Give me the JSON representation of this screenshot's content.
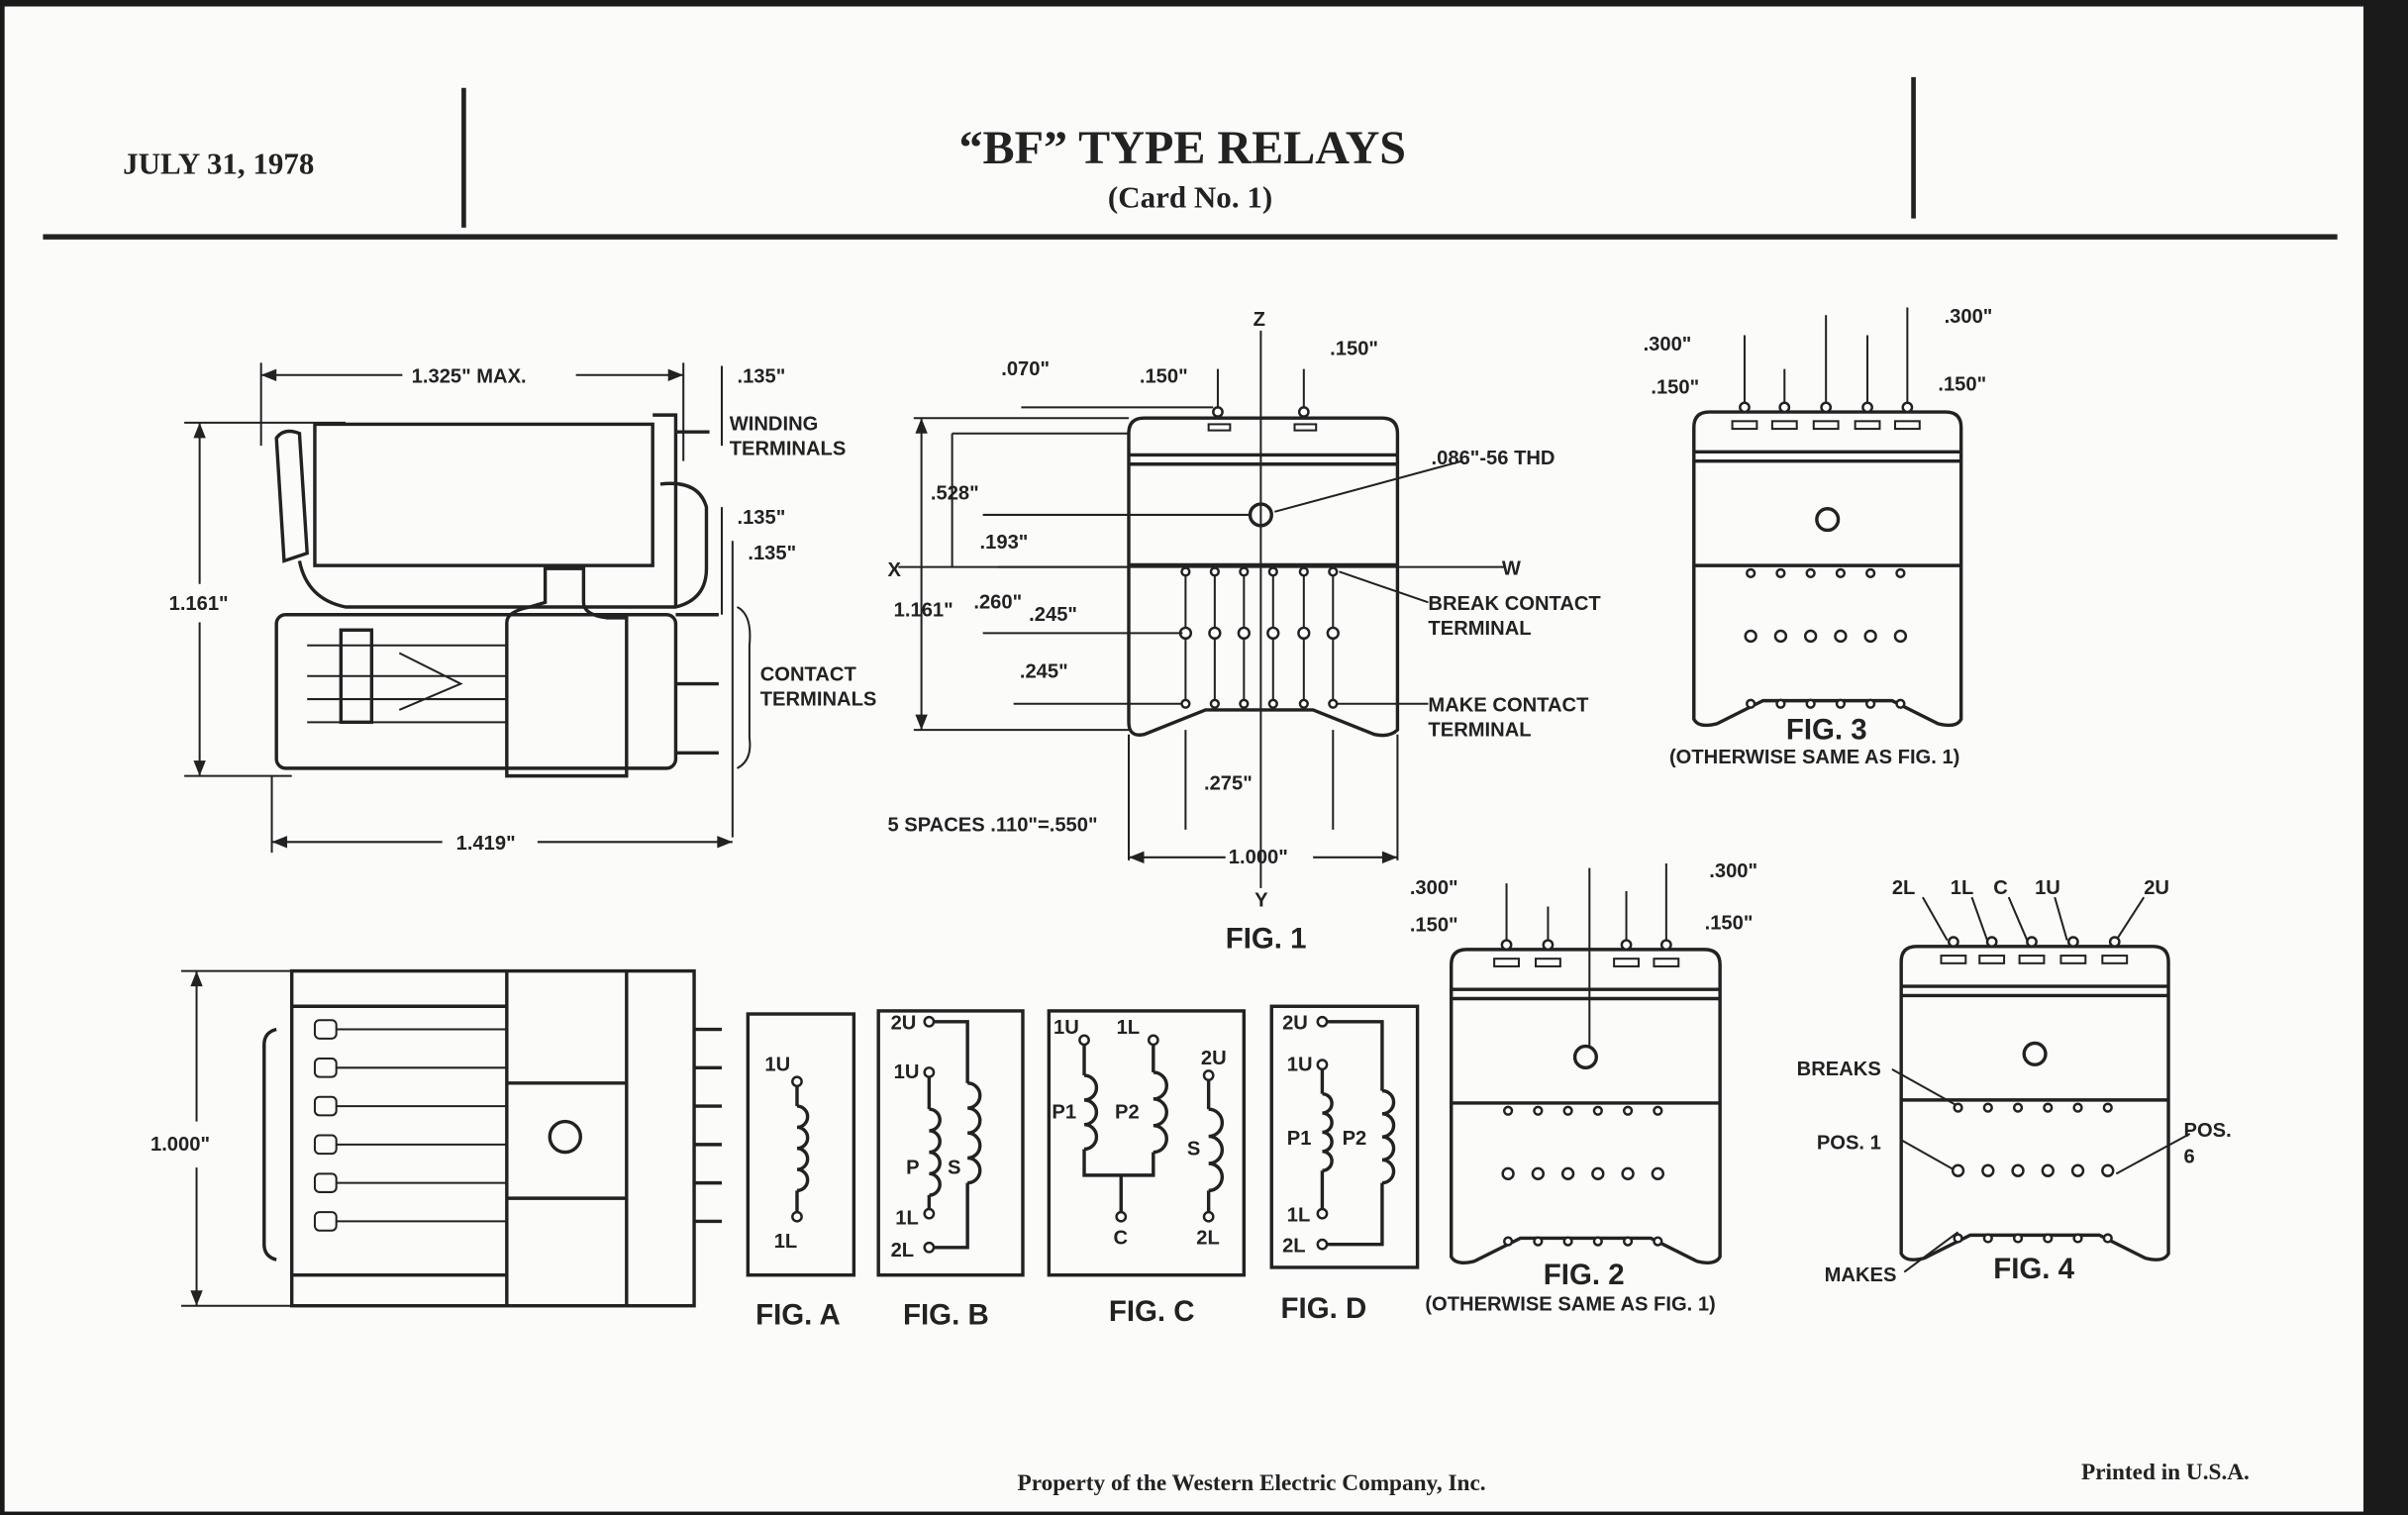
{
  "header": {
    "date": "JULY 31, 1978",
    "title": "“BF” TYPE RELAYS",
    "subtitle": "(Card No. 1)"
  },
  "footer": {
    "property": "Property of the Western Electric Company, Inc.",
    "printed": "Printed in U.S.A."
  },
  "side_view": {
    "length_max": "1.325\" MAX.",
    "winding_offset": ".135\"",
    "winding_label_1": "WINDING",
    "winding_label_2": "TERMINALS",
    "offset_a": ".135\"",
    "offset_b": ".135\"",
    "contact_label_1": "CONTACT",
    "contact_label_2": "TERMINALS",
    "height": "1.161\"",
    "overall_length": "1.419\""
  },
  "bottom_view": {
    "width": "1.000\""
  },
  "fig1": {
    "axis_z": "Z",
    "axis_y": "Y",
    "axis_x": "X",
    "axis_w": "W",
    "dim_070": ".070\"",
    "dim_150_left": ".150\"",
    "dim_150_right": ".150\"",
    "thread": ".086\"-56 THD",
    "dim_528": ".528\"",
    "dim_193": ".193\"",
    "dim_1161": "1.161\"",
    "dim_260": ".260\"",
    "dim_245_a": ".245\"",
    "dim_245_b": ".245\"",
    "break_1": "BREAK CONTACT",
    "break_2": "TERMINAL",
    "make_1": "MAKE CONTACT",
    "make_2": "TERMINAL",
    "dim_275": ".275\"",
    "spaces": "5 SPACES .110\"=.550\"",
    "dim_1000": "1.000\"",
    "caption": "FIG. 1"
  },
  "fig2": {
    "dim_300_l": ".300\"",
    "dim_150_l": ".150\"",
    "dim_300_r": ".300\"",
    "dim_150_r": ".150\"",
    "caption": "FIG. 2",
    "note": "(OTHERWISE SAME AS FIG. 1)"
  },
  "fig3": {
    "dim_300_l": ".300\"",
    "dim_150_l": ".150\"",
    "dim_300_r": ".300\"",
    "dim_150_r": ".150\"",
    "caption": "FIG. 3",
    "note": "(OTHERWISE SAME AS FIG. 1)"
  },
  "fig4": {
    "terminals": [
      "2L",
      "1L",
      "C",
      "1U",
      "2U"
    ],
    "breaks": "BREAKS",
    "pos1": "POS. 1",
    "pos6_1": "POS.",
    "pos6_2": "6",
    "makes": "MAKES",
    "caption": "FIG. 4"
  },
  "schematics": {
    "a": {
      "caption": "FIG. A",
      "t1": "1U",
      "t2": "1L"
    },
    "b": {
      "caption": "FIG. B",
      "t2u": "2U",
      "t1u": "1U",
      "t1l": "1L",
      "t2l": "2L",
      "p": "P",
      "s": "S"
    },
    "c": {
      "caption": "FIG. C",
      "t1u": "1U",
      "t1l": "1L",
      "t2u": "2U",
      "p1": "P1",
      "p2": "P2",
      "s": "S",
      "c": "C",
      "t2l": "2L"
    },
    "d": {
      "caption": "FIG. D",
      "t2u": "2U",
      "t1u": "1U",
      "p1": "P1",
      "p2": "P2",
      "t1l": "1L",
      "t2l": "2L"
    }
  }
}
